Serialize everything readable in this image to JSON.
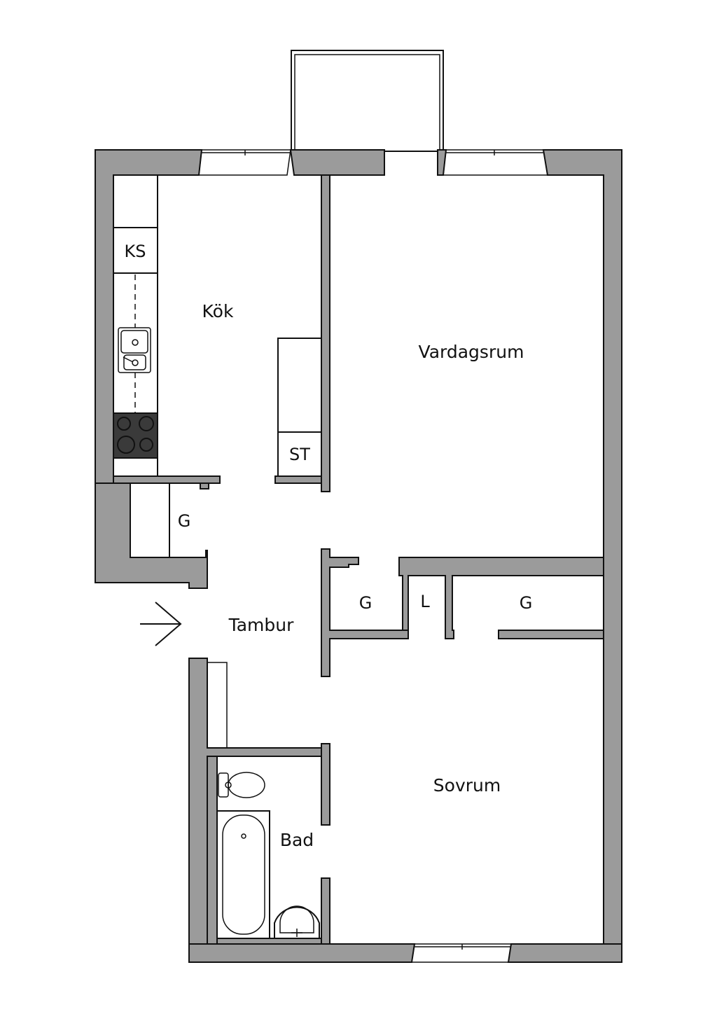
{
  "floorplan": {
    "rooms": {
      "kitchen": "Kök",
      "living_room": "Vardagsrum",
      "hallway": "Tambur",
      "bedroom": "Sovrum",
      "bathroom": "Bad"
    },
    "fixtures": {
      "fridge_freezer": "KS",
      "wardrobe": "ST",
      "closet_hall": "G",
      "closet_mid": "G",
      "storage": "L",
      "closet_bedroom": "G"
    },
    "colors": {
      "wall": "#9b9b9b",
      "line": "#111111",
      "background": "#ffffff"
    }
  }
}
